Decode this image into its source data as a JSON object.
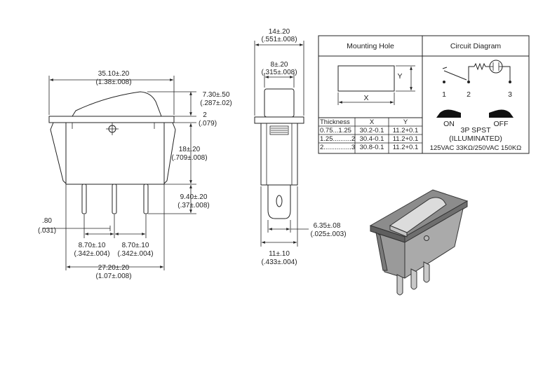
{
  "front_view": {
    "width_dim": {
      "mm": "35.10±.20",
      "inch": "(1.38±.008)"
    },
    "rocker_height_dim": {
      "mm": "7.30±.50",
      "inch": "(.287±.02)"
    },
    "flange_dim": {
      "mm": "2",
      "inch": "(.079)"
    },
    "body_height_dim": {
      "mm": "18±.20",
      "inch": "(.709±.008)"
    },
    "terminal_length_dim": {
      "mm": "9.40±.20",
      "inch": "(.37±.008)"
    },
    "terminal_thickness_dim": {
      "mm": ".80",
      "inch": "(.031)"
    },
    "pitch_left_dim": {
      "mm": "8.70±.10",
      "inch": "(.342±.004)"
    },
    "pitch_right_dim": {
      "mm": "8.70±.10",
      "inch": "(.342±.004)"
    },
    "body_width_dim": {
      "mm": "27.20±.20",
      "inch": "(1.07±.008)"
    }
  },
  "side_view": {
    "flange_width_dim": {
      "mm": "14±.20",
      "inch": "(.551±.008)"
    },
    "rocker_width_dim": {
      "mm": "8±.20",
      "inch": "(.315±.008)"
    },
    "terminal_width_dim": {
      "mm": "6.35±.08",
      "inch": "(.025±.003)"
    },
    "body_width_dim": {
      "mm": "11±.10",
      "inch": "(.433±.004)"
    }
  },
  "mounting_hole": {
    "title": "Mounting Hole",
    "x_label": "X",
    "y_label": "Y",
    "table": {
      "headers": [
        "Thickness",
        "X",
        "Y"
      ],
      "rows": [
        [
          "0.75...1.25",
          "30.2-0.1",
          "11.2+0.1"
        ],
        [
          "1.25..........2",
          "30.4-0.1",
          "11.2+0.1"
        ],
        [
          "2...............3",
          "30.8-0.1",
          "11.2+0.1"
        ]
      ]
    }
  },
  "circuit_diagram": {
    "title": "Circuit Diagram",
    "pins": [
      "1",
      "2",
      "3"
    ],
    "on_label": "ON",
    "off_label": "OFF",
    "type_label": "3P SPST",
    "illuminated_label": "(ILLUMINATED)",
    "rating_label": "125VAC 33KΩ/250VAC 150KΩ"
  }
}
